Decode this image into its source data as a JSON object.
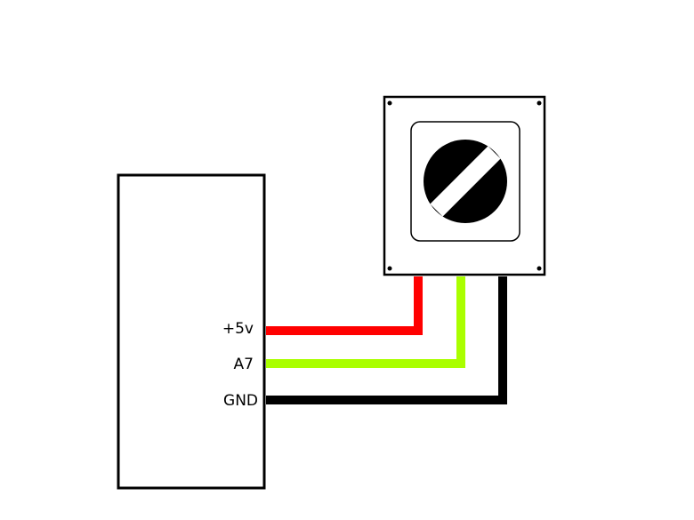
{
  "board": {
    "pins": [
      {
        "label": "+5v",
        "wire_color": "#ff0000"
      },
      {
        "label": "A7",
        "wire_color": "#aaff00"
      },
      {
        "label": "GND",
        "wire_color": "#000000"
      }
    ]
  },
  "potentiometer": {
    "knob_color": "#000000",
    "slot_color": "#ffffff"
  }
}
